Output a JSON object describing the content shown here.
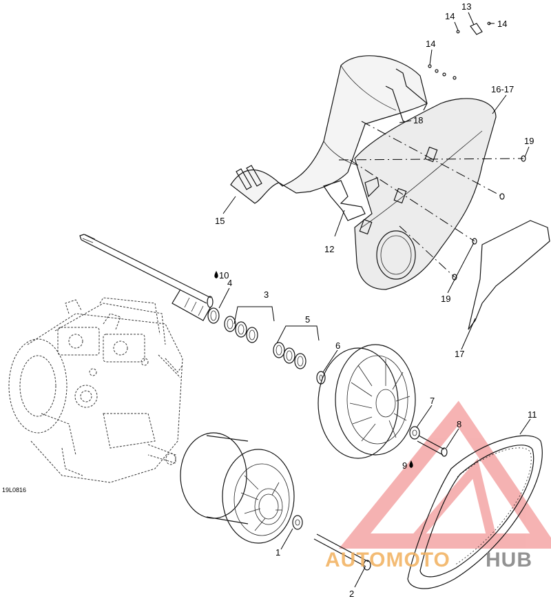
{
  "diagram": {
    "reference_code": "19L0816",
    "callouts": [
      {
        "id": "c1",
        "label": "1"
      },
      {
        "id": "c2",
        "label": "2"
      },
      {
        "id": "c3",
        "label": "3"
      },
      {
        "id": "c4",
        "label": "4"
      },
      {
        "id": "c5",
        "label": "5"
      },
      {
        "id": "c6",
        "label": "6"
      },
      {
        "id": "c7",
        "label": "7"
      },
      {
        "id": "c8",
        "label": "8"
      },
      {
        "id": "c9",
        "label": "9"
      },
      {
        "id": "c10",
        "label": "10"
      },
      {
        "id": "c11",
        "label": "11"
      },
      {
        "id": "c12",
        "label": "12"
      },
      {
        "id": "c13",
        "label": "13"
      },
      {
        "id": "c14a",
        "label": "14"
      },
      {
        "id": "c14b",
        "label": "14"
      },
      {
        "id": "c14c",
        "label": "14"
      },
      {
        "id": "c15",
        "label": "15"
      },
      {
        "id": "c16-17",
        "label": "16-17"
      },
      {
        "id": "c17",
        "label": "17"
      },
      {
        "id": "c18",
        "label": "18"
      },
      {
        "id": "c19a",
        "label": "19"
      },
      {
        "id": "c19b",
        "label": "19"
      }
    ]
  },
  "watermark": {
    "text_part1": "AUTOMOTO",
    "text_part2": "HUB",
    "color_primary": "#f08080",
    "color_secondary": "#8a8a8a"
  },
  "icons": {
    "lubricant_drop": "oil-drop-icon"
  }
}
